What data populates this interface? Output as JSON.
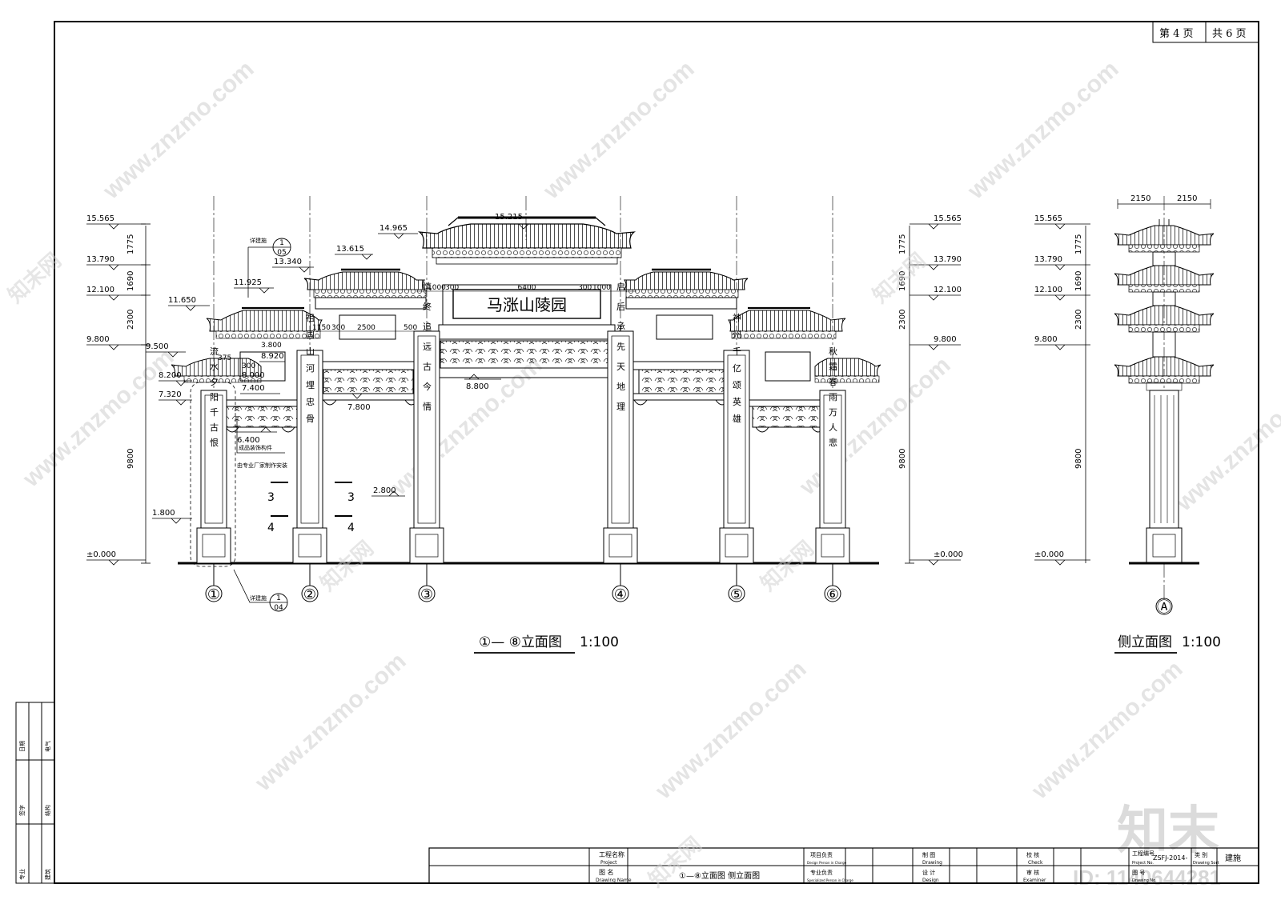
{
  "page": {
    "current": "第 4 页",
    "total": "共 6 页"
  },
  "plaque": "马涨山陵园",
  "front_title": {
    "prefix": "①— ⑧立面图",
    "scale": "1:100"
  },
  "side_title": {
    "label": "侧立面图",
    "scale": "1:100"
  },
  "axes": [
    "①",
    "②",
    "③",
    "④",
    "⑤",
    "⑥"
  ],
  "side_axis": "Ⓐ",
  "left_elevations": [
    "15.565",
    "13.790",
    "12.100",
    "11.650",
    "9.800",
    "9.500",
    "8.200",
    "7.320",
    "1.800",
    "±0.000"
  ],
  "left_dims": [
    "1775",
    "1690",
    "2300",
    "9800"
  ],
  "inner_elevations": [
    "14.965",
    "15.215",
    "13.615",
    "13.340",
    "11.925",
    "8.920",
    "8.000",
    "7.400",
    "6.400",
    "7.800",
    "8.800",
    "2.800"
  ],
  "top_dims": [
    "6400",
    "1000",
    "300",
    "300",
    "1000",
    "2500",
    "1150",
    "300",
    "500",
    "375",
    "300",
    "3.800"
  ],
  "right_elevations": [
    "15.565",
    "13.790",
    "12.100",
    "9.800",
    "±0.000"
  ],
  "right_dims": [
    "1775",
    "1690",
    "2300",
    "9800"
  ],
  "side_elevations": [
    "15.565",
    "13.790",
    "12.100",
    "9.800",
    "±0.000"
  ],
  "side_dims": [
    "2150",
    "2150",
    "1775",
    "1690",
    "2300",
    "9800"
  ],
  "section_marks": [
    "3",
    "4",
    "3",
    "4"
  ],
  "detail_refs": [
    {
      "label": "详建施",
      "num": "1",
      "sheet": "05"
    },
    {
      "label": "详建施",
      "num": "1",
      "sheet": "04"
    }
  ],
  "callout": [
    "成品装饰构件",
    "由专业厂家制作安装"
  ],
  "couplets": [
    "流水夕阳千古恨",
    "祖国山河埋忠骨",
    "慎终追远古今情",
    "启后承先天地理",
    "神州千亿颂英雄",
    "秋霜春雨万人悲"
  ],
  "title_block": {
    "project_label": "工程名称",
    "project_en": "Project",
    "drawing_label": "图 名",
    "drawing_en": "Drawing Name",
    "drawing_name": "①—⑧立面图  侧立面图",
    "in_charge": "项目负责",
    "in_charge_en": "Design Person in Charge",
    "specialist": "专业负责",
    "specialist_en": "Specialized Person in Charge",
    "drawn": "制 图",
    "drawn_en": "Drawing",
    "design": "设 计",
    "design_en": "Design",
    "check": "校 核",
    "check_en": "Check",
    "examiner": "审 核",
    "examiner_en": "Examiner",
    "project_no_label": "工程编号",
    "project_no_en": "Project No.",
    "project_no": "ZSFJ-2014-",
    "sort_label": "类 别",
    "sort_en": "Drawing Sort",
    "sort_value": "建施",
    "drawing_no_label": "图 号",
    "drawing_no_en": "Drawing No."
  },
  "sign_column": [
    "专业",
    "签字",
    "日期",
    "建筑",
    "结构",
    "电气"
  ],
  "watermark": {
    "logo": "知末",
    "site": "www.znzmo.com",
    "brand": "知末网",
    "id": "ID: 1140644281"
  }
}
